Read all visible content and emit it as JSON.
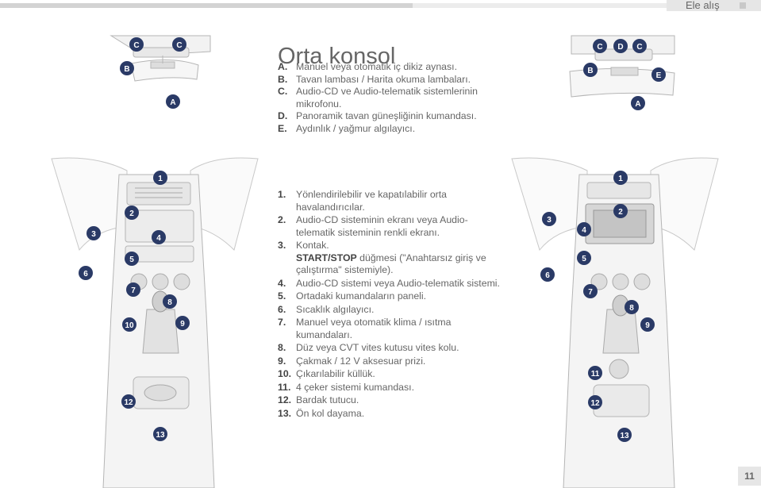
{
  "section_label": "Ele alış",
  "title": "Orta konsol",
  "letter_items": [
    {
      "key": "A.",
      "text": "Manuel veya otomatik iç dikiz aynası."
    },
    {
      "key": "B.",
      "text": "Tavan lambası / Harita okuma lambaları."
    },
    {
      "key": "C.",
      "text": "Audio-CD ve Audio-telematik sistemlerinin mikrofonu."
    },
    {
      "key": "D.",
      "text": "Panoramik tavan güneşliğinin kumandası."
    },
    {
      "key": "E.",
      "text": "Aydınlık / yağmur algılayıcı."
    }
  ],
  "number_items": [
    {
      "key": "1.",
      "text": "Yönlendirilebilir ve kapatılabilir orta havalandırıcılar."
    },
    {
      "key": "2.",
      "text": "Audio-CD sisteminin ekranı veya Audio-telematik sisteminin renkli ekranı."
    },
    {
      "key": "3.",
      "text": "Kontak.",
      "bold": "START/STOP",
      "after": " düğmesi (\"Anahtarsız giriş ve çalıştırma\" sistemiyle)."
    },
    {
      "key": "4.",
      "text": "Audio-CD sistemi veya Audio-telematik sistemi."
    },
    {
      "key": "5.",
      "text": "Ortadaki kumandaların paneli."
    },
    {
      "key": "6.",
      "text": "Sıcaklık algılayıcı."
    },
    {
      "key": "7.",
      "text": "Manuel veya otomatik klima / ısıtma kumandaları."
    },
    {
      "key": "8.",
      "text": "Düz veya CVT vites kutusu vites kolu."
    },
    {
      "key": "9.",
      "text": "Çakmak / 12 V aksesuar prizi."
    },
    {
      "key": "10.",
      "text": "Çıkarılabilir küllük."
    },
    {
      "key": "11.",
      "text": "4 çeker sistemi kumandası."
    },
    {
      "key": "12.",
      "text": "Bardak tutucu."
    },
    {
      "key": "13.",
      "text": "Ön kol dayama."
    }
  ],
  "markers": {
    "left_top": [
      "B",
      "C",
      "C",
      "A"
    ],
    "right_top": [
      "C",
      "D",
      "C",
      "B",
      "E",
      "A"
    ],
    "left_console": [
      "1",
      "2",
      "3",
      "4",
      "5",
      "6",
      "7",
      "8",
      "9",
      "10",
      "12",
      "13"
    ],
    "right_console": [
      "1",
      "2",
      "3",
      "4",
      "5",
      "6",
      "7",
      "8",
      "9",
      "11",
      "12",
      "13"
    ]
  },
  "page_number": "11",
  "colors": {
    "marker": "#2a3a66",
    "line": "#b5b5b5",
    "accent_square": "#c8c8c8"
  }
}
